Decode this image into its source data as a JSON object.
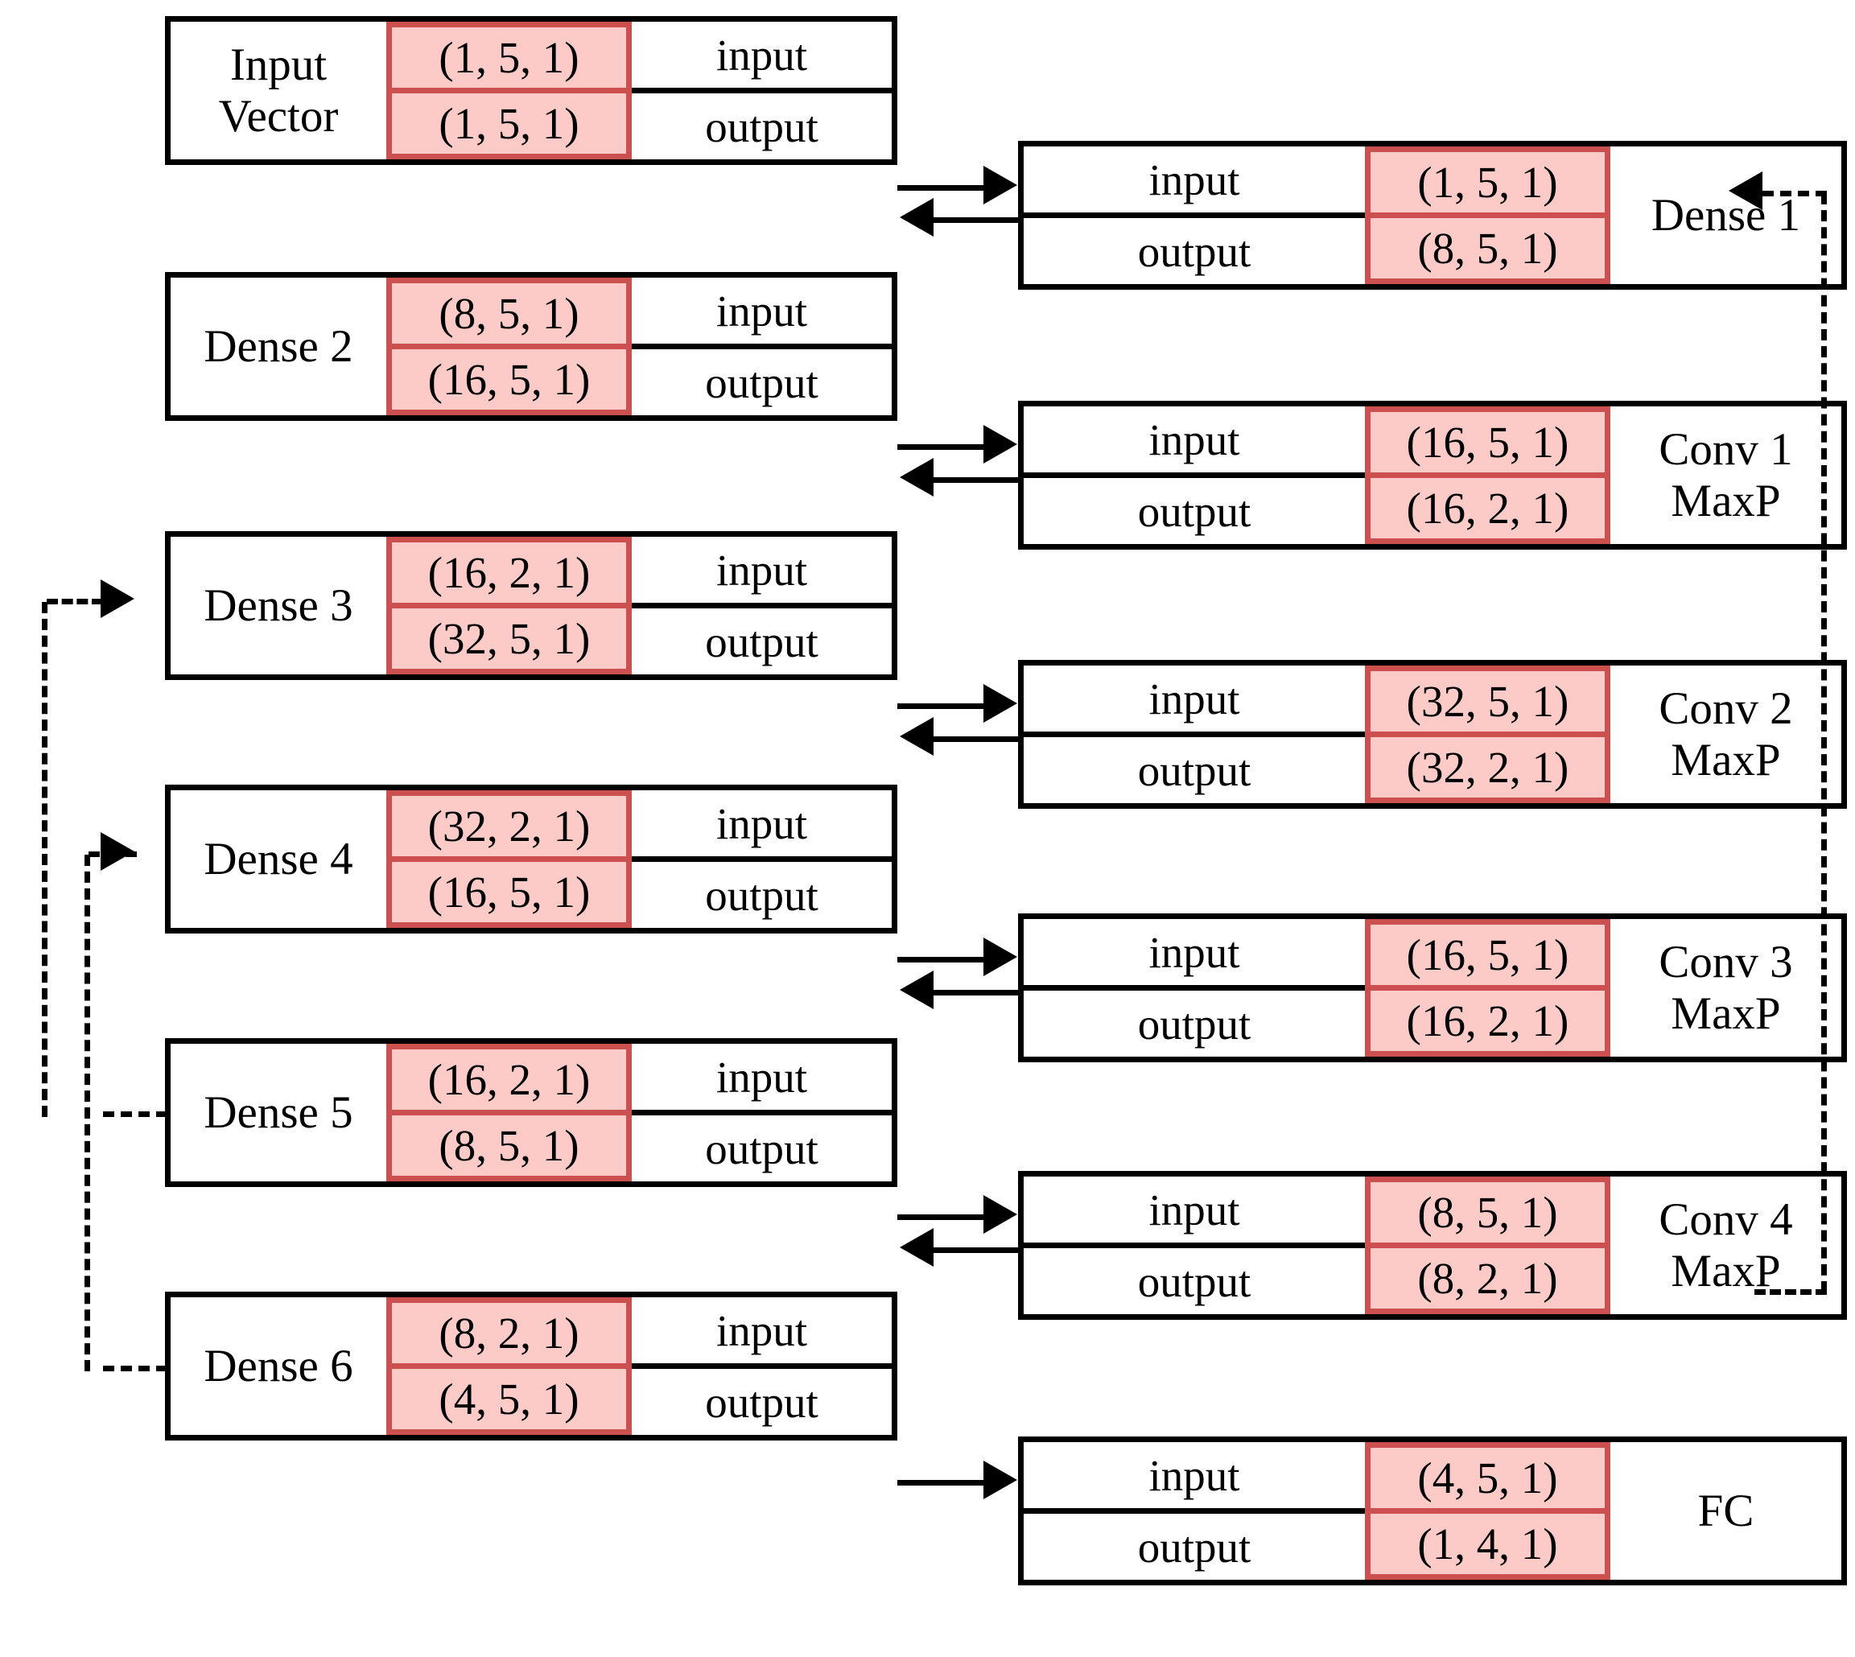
{
  "diagram": {
    "title": "Neural network layer input/output shape diagram",
    "colors": {
      "shape_fill": "#FCCBC7",
      "shape_border": "#CC5050",
      "block_border": "#000000",
      "background": "#FFFFFF"
    },
    "io_labels": {
      "input": "input",
      "output": "output"
    }
  },
  "left_column": [
    {
      "name": "Input\nVector",
      "input_shape": "(1, 5, 1)",
      "output_shape": "(1, 5, 1)",
      "input_label": "input",
      "output_label": "output"
    },
    {
      "name": "Dense 2",
      "input_shape": "(8, 5, 1)",
      "output_shape": "(16, 5, 1)",
      "input_label": "input",
      "output_label": "output"
    },
    {
      "name": "Dense 3",
      "input_shape": "(16, 2, 1)",
      "output_shape": "(32, 5, 1)",
      "input_label": "input",
      "output_label": "output"
    },
    {
      "name": "Dense 4",
      "input_shape": "(32, 2, 1)",
      "output_shape": "(16, 5, 1)",
      "input_label": "input",
      "output_label": "output"
    },
    {
      "name": "Dense 5",
      "input_shape": "(16, 2, 1)",
      "output_shape": "(8, 5, 1)",
      "input_label": "input",
      "output_label": "output"
    },
    {
      "name": "Dense 6",
      "input_shape": "(8, 2, 1)",
      "output_shape": "(4, 5, 1)",
      "input_label": "input",
      "output_label": "output"
    }
  ],
  "right_column": [
    {
      "name": "Dense 1",
      "input_shape": "(1, 5, 1)",
      "output_shape": "(8, 5, 1)",
      "input_label": "input",
      "output_label": "output"
    },
    {
      "name": "Conv 1\nMaxP",
      "input_shape": "(16, 5, 1)",
      "output_shape": "(16, 2, 1)",
      "input_label": "input",
      "output_label": "output"
    },
    {
      "name": "Conv 2\nMaxP",
      "input_shape": "(32, 5, 1)",
      "output_shape": "(32, 2, 1)",
      "input_label": "input",
      "output_label": "output"
    },
    {
      "name": "Conv 3\nMaxP",
      "input_shape": "(16, 5, 1)",
      "output_shape": "(16, 2, 1)",
      "input_label": "input",
      "output_label": "output"
    },
    {
      "name": "Conv 4\nMaxP",
      "input_shape": "(8, 5, 1)",
      "output_shape": "(8, 2, 1)",
      "input_label": "input",
      "output_label": "output"
    },
    {
      "name": "FC",
      "input_shape": "(4, 5, 1)",
      "output_shape": "(1, 4, 1)",
      "input_label": "input",
      "output_label": "output"
    }
  ],
  "connections": {
    "solid": [
      {
        "from": "Input Vector output",
        "to": "Dense 1 input",
        "direction": "right"
      },
      {
        "from": "Dense 1 output",
        "to": "Dense 2 input",
        "direction": "left"
      },
      {
        "from": "Dense 2 output",
        "to": "Conv 1 MaxP input",
        "direction": "right"
      },
      {
        "from": "Conv 1 MaxP output",
        "to": "Dense 3 input",
        "direction": "left"
      },
      {
        "from": "Dense 3 output",
        "to": "Conv 2 MaxP input",
        "direction": "right"
      },
      {
        "from": "Conv 2 MaxP output",
        "to": "Dense 4 input",
        "direction": "left"
      },
      {
        "from": "Dense 4 output",
        "to": "Conv 3 MaxP input",
        "direction": "right"
      },
      {
        "from": "Conv 3 MaxP output",
        "to": "Dense 5 input",
        "direction": "left"
      },
      {
        "from": "Dense 5 output",
        "to": "Conv 4 MaxP input",
        "direction": "right"
      },
      {
        "from": "Conv 4 MaxP output",
        "to": "Dense 6 input",
        "direction": "left"
      },
      {
        "from": "Dense 6 output",
        "to": "FC input",
        "direction": "right"
      }
    ],
    "dashed": [
      {
        "from": "Conv 4 MaxP",
        "to": "Dense 1",
        "style": "skip-right"
      },
      {
        "from": "Dense 5",
        "to": "Dense 3",
        "style": "skip-left-outer"
      },
      {
        "from": "Dense 6",
        "to": "Dense 4",
        "style": "skip-left-inner"
      }
    ]
  }
}
